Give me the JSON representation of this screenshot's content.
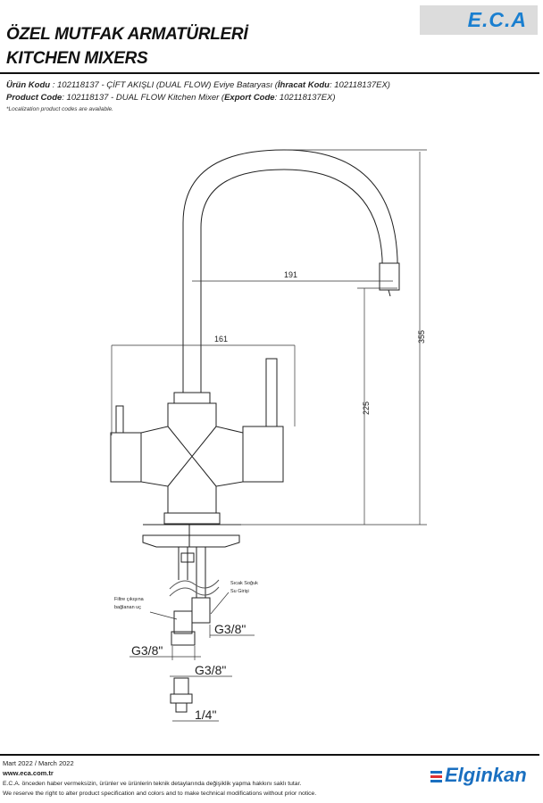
{
  "header": {
    "logo": "E.C.A",
    "title_tr": "ÖZEL MUTFAK ARMATÜRLERİ",
    "title_en": "KITCHEN MIXERS"
  },
  "product": {
    "tr_label": "Ürün Kodu",
    "tr_text": "   : 102118137 - ÇİFT AKIŞLI (DUAL FLOW) Eviye Bataryası (",
    "tr_export_label": "İhracat Kodu",
    "tr_export": ": 102118137EX)",
    "en_label": "Product Code",
    "en_text": ": 102118137 - DUAL FLOW Kitchen Mixer (",
    "en_export_label": "Export Code",
    "en_export": ": 102118137EX)",
    "note": "*Localization product codes are available."
  },
  "drawing": {
    "dims": {
      "d191": "191",
      "d161": "161",
      "d355": "355",
      "d225": "225"
    },
    "labels": {
      "filter_1": "Filtre çıkışına",
      "filter_2": "bağlanan uç",
      "hotcold_1": "Sıcak Soğuk",
      "hotcold_2": "Su Girişi",
      "g1": "G3/8\"",
      "g2": "G3/8\"",
      "g3": "G3/8\"",
      "q": "1/4\""
    }
  },
  "footer": {
    "date": "Mart 2022 / March 2022",
    "url": "www.eca.com.tr",
    "disclaimer_tr": "E.C.A. önceden haber vermeksizin, ürünler ve ürünlerin teknik detaylarında değişiklik yapma hakkını saklı tutar.",
    "disclaimer_en": "We reserve the right to alter product specification and colors and to make technical modifications without prior notice.",
    "brand": "Elginkan",
    "brand_color": "#1a6fc0"
  }
}
